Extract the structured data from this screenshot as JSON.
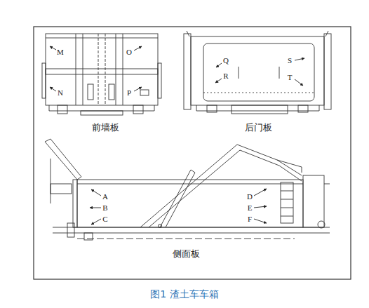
{
  "diagram": {
    "caption": "图1 渣土车车箱",
    "labels": [
      "前墙板",
      "后门板",
      "侧面板",
      "M",
      "N",
      "O",
      "P",
      "Q",
      "R",
      "S",
      "T",
      "A",
      "B",
      "C",
      "D",
      "E",
      "F"
    ]
  }
}
